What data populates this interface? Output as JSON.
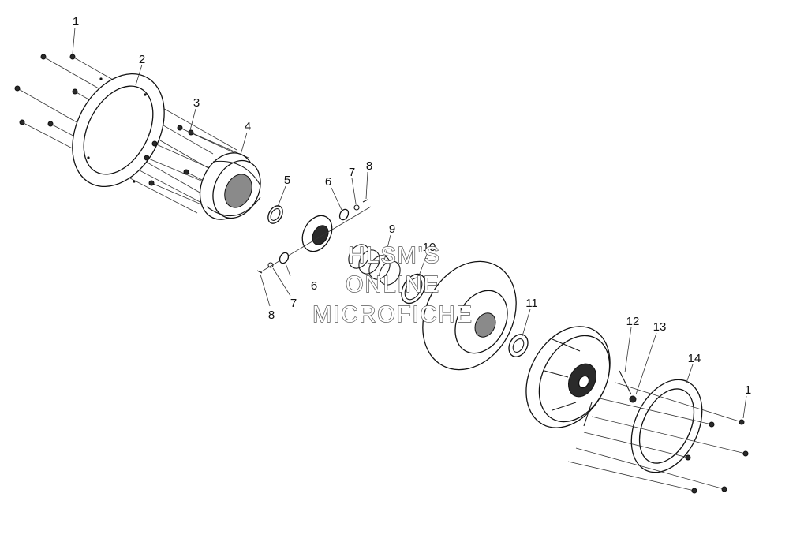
{
  "callouts": {
    "c1a": "1",
    "c2": "2",
    "c3": "3",
    "c4": "4",
    "c5": "5",
    "c6a": "6",
    "c7a": "7",
    "c8a": "8",
    "c9": "9",
    "c10": "10",
    "c6b": "6",
    "c7b": "7",
    "c8b": "8",
    "c11": "11",
    "c12": "12",
    "c13": "13",
    "c14": "14",
    "c1b": "1"
  },
  "watermark": {
    "line1": "HLSM'S",
    "line2": "ONLINE",
    "line3": "MICROFICHE"
  }
}
